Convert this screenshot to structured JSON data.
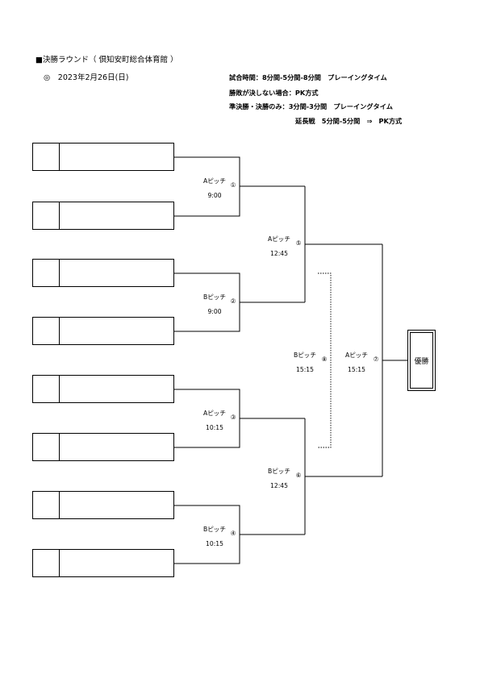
{
  "header": {
    "title": "■決勝ラウンド（ 倶知安町総合体育館 ）",
    "date": "◎　2023年2月26日(日)"
  },
  "rules": {
    "line1": "試合時間：8分間-5分間-8分間　プレーイングタイム",
    "line2": "勝敗が決しない場合：PK方式",
    "line3": "準決勝・決勝のみ：3分間-3分間　プレーイングタイム",
    "line4": "延長戦　5分間-5分間　⇒　PK方式"
  },
  "teams": [
    {
      "seed": "",
      "name": ""
    },
    {
      "seed": "",
      "name": ""
    },
    {
      "seed": "",
      "name": ""
    },
    {
      "seed": "",
      "name": ""
    },
    {
      "seed": "",
      "name": ""
    },
    {
      "seed": "",
      "name": ""
    },
    {
      "seed": "",
      "name": ""
    },
    {
      "seed": "",
      "name": ""
    }
  ],
  "matches": [
    {
      "num": "①",
      "pitch": "Aピッチ",
      "time": "9:00"
    },
    {
      "num": "②",
      "pitch": "Bピッチ",
      "time": "9:00"
    },
    {
      "num": "③",
      "pitch": "Aピッチ",
      "time": "10:15"
    },
    {
      "num": "④",
      "pitch": "Bピッチ",
      "time": "10:15"
    },
    {
      "num": "⑤",
      "pitch": "Aピッチ",
      "time": "12:45"
    },
    {
      "num": "⑥",
      "pitch": "Bピッチ",
      "time": "12:45"
    },
    {
      "num": "⑦",
      "pitch": "Aピッチ",
      "time": "15:15"
    },
    {
      "num": "⑧",
      "pitch": "Bピッチ",
      "time": "15:15"
    }
  ],
  "champion": "優勝"
}
